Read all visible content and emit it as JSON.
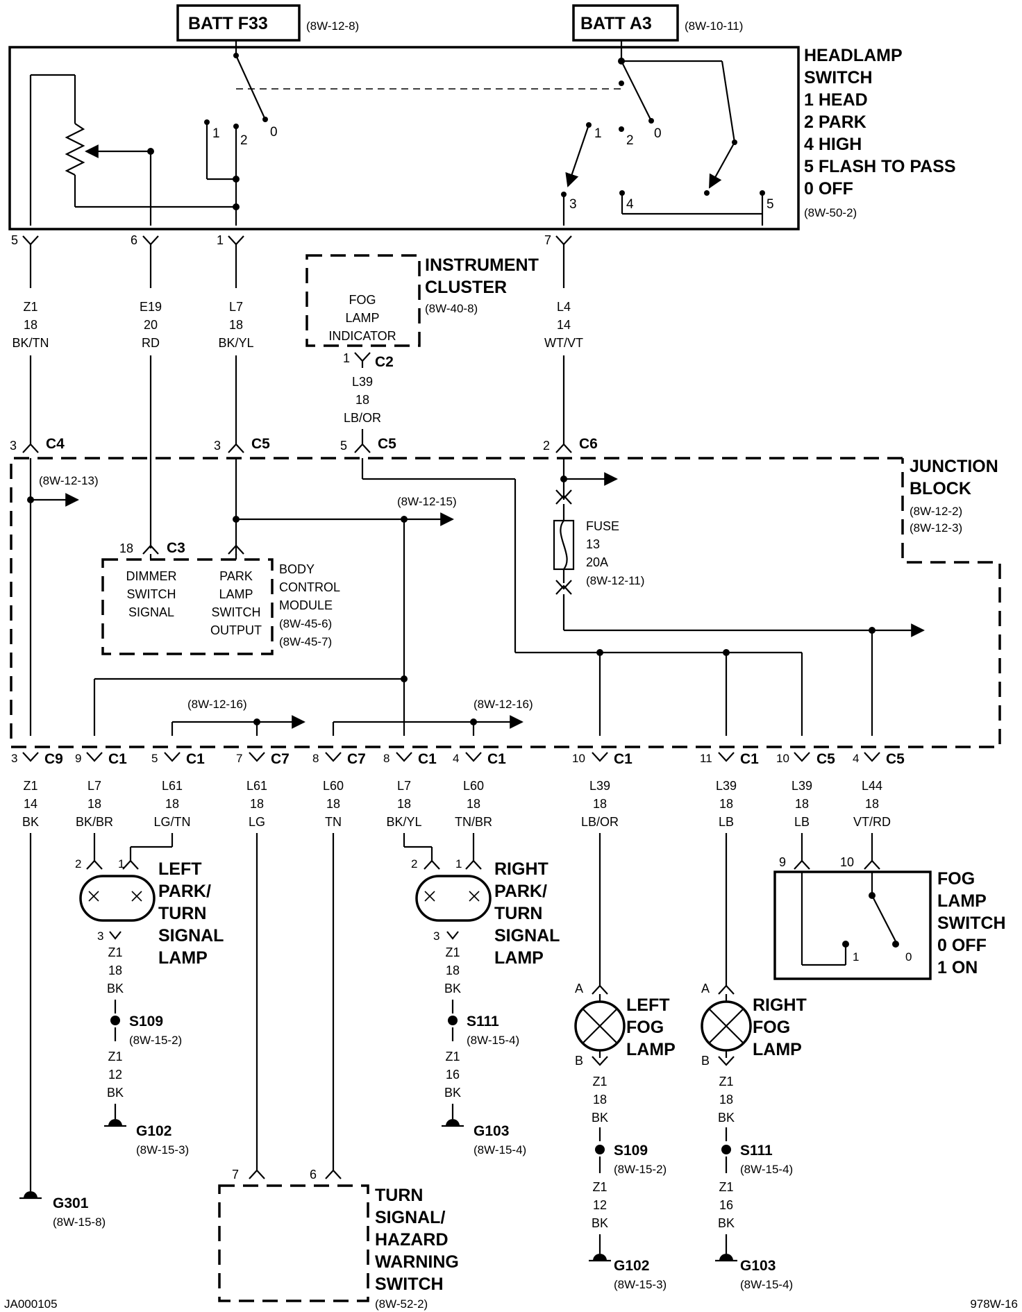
{
  "sources": [
    {
      "label": "BATT F33",
      "ref": "(8W-12-8)"
    },
    {
      "label": "BATT A3",
      "ref": "(8W-10-11)"
    }
  ],
  "headlamp_switch": {
    "title": [
      "HEADLAMP",
      "SWITCH",
      "1 HEAD",
      "2 PARK",
      "4 HIGH",
      "5 FLASH TO PASS",
      "0 OFF"
    ],
    "ref": "(8W-50-2)",
    "contacts_left": [
      "1",
      "2",
      "0"
    ],
    "contacts_right": [
      "1",
      "2",
      "0",
      "3",
      "4",
      "5"
    ]
  },
  "top_circuits": [
    {
      "pin": "5",
      "circuit": "Z1",
      "gauge": "18",
      "color": "BK/TN"
    },
    {
      "pin": "6",
      "circuit": "E19",
      "gauge": "20",
      "color": "RD"
    },
    {
      "pin": "1",
      "circuit": "L7",
      "gauge": "18",
      "color": "BK/YL"
    },
    {
      "pin": "7",
      "circuit": "L4",
      "gauge": "14",
      "color": "WT/VT"
    }
  ],
  "instrument_cluster": {
    "title": [
      "INSTRUMENT",
      "CLUSTER"
    ],
    "ref": "(8W-40-8)",
    "inner": [
      "FOG",
      "LAMP",
      "INDICATOR"
    ],
    "pin": "1",
    "connector": "C2",
    "circuit": "L39",
    "gauge": "18",
    "color": "LB/OR"
  },
  "jb_connectors_top": [
    {
      "pin": "3",
      "name": "C4"
    },
    {
      "pin": "3",
      "name": "C5"
    },
    {
      "pin": "5",
      "name": "C5"
    },
    {
      "pin": "2",
      "name": "C6"
    }
  ],
  "junction_block": {
    "title": [
      "JUNCTION",
      "BLOCK"
    ],
    "refs": [
      "(8W-12-2)",
      "(8W-12-3)"
    ],
    "ref_c4": "(8W-12-13)",
    "ref_mid": "(8W-12-15)",
    "ref_left": "(8W-12-16)",
    "ref_right": "(8W-12-16)",
    "fuse": [
      "FUSE",
      "13",
      "20A",
      "(8W-12-11)"
    ]
  },
  "bcm": {
    "pin": "18",
    "connector": "C3",
    "left": [
      "DIMMER",
      "SWITCH",
      "SIGNAL"
    ],
    "right": [
      "PARK",
      "LAMP",
      "SWITCH",
      "OUTPUT"
    ],
    "title": [
      "BODY",
      "CONTROL",
      "MODULE",
      "(8W-45-6)",
      "(8W-45-7)"
    ]
  },
  "bottom_connectors": [
    {
      "pin": "3",
      "name": "C9",
      "circuit": "Z1",
      "gauge": "14",
      "color": "BK"
    },
    {
      "pin": "9",
      "name": "C1",
      "circuit": "L7",
      "gauge": "18",
      "color": "BK/BR"
    },
    {
      "pin": "5",
      "name": "C1",
      "circuit": "L61",
      "gauge": "18",
      "color": "LG/TN"
    },
    {
      "pin": "7",
      "name": "C7",
      "circuit": "L61",
      "gauge": "18",
      "color": "LG"
    },
    {
      "pin": "8",
      "name": "C7",
      "circuit": "L60",
      "gauge": "18",
      "color": "TN"
    },
    {
      "pin": "8",
      "name": "C1",
      "circuit": "L7",
      "gauge": "18",
      "color": "BK/YL"
    },
    {
      "pin": "4",
      "name": "C1",
      "circuit": "L60",
      "gauge": "18",
      "color": "TN/BR"
    },
    {
      "pin": "10",
      "name": "C1",
      "circuit": "L39",
      "gauge": "18",
      "color": "LB/OR"
    },
    {
      "pin": "11",
      "name": "C1",
      "circuit": "L39",
      "gauge": "18",
      "color": "LB"
    },
    {
      "pin": "10",
      "name": "C5",
      "circuit": "L39",
      "gauge": "18",
      "color": "LB"
    },
    {
      "pin": "4",
      "name": "C5",
      "circuit": "L44",
      "gauge": "18",
      "color": "VT/RD"
    }
  ],
  "left_park_lamp": {
    "title": [
      "LEFT",
      "PARK/",
      "TURN",
      "SIGNAL",
      "LAMP"
    ],
    "pins": [
      "2",
      "1",
      "3"
    ],
    "ground_wire": [
      "Z1",
      "18",
      "BK"
    ],
    "splice": "S109",
    "splice_ref": "(8W-15-2)",
    "ground_wire2": [
      "Z1",
      "12",
      "BK"
    ],
    "ground": "G102",
    "ground_ref": "(8W-15-3)"
  },
  "right_park_lamp": {
    "title": [
      "RIGHT",
      "PARK/",
      "TURN",
      "SIGNAL",
      "LAMP"
    ],
    "pins": [
      "2",
      "1",
      "3"
    ],
    "ground_wire": [
      "Z1",
      "18",
      "BK"
    ],
    "splice": "S111",
    "splice_ref": "(8W-15-4)",
    "ground_wire2": [
      "Z1",
      "16",
      "BK"
    ],
    "ground": "G103",
    "ground_ref": "(8W-15-4)"
  },
  "g301": {
    "name": "G301",
    "ref": "(8W-15-8)"
  },
  "turn_switch": {
    "pins": [
      "7",
      "6"
    ],
    "title": [
      "TURN",
      "SIGNAL/",
      "HAZARD",
      "WARNING",
      "SWITCH"
    ],
    "ref": "(8W-52-2)"
  },
  "left_fog_lamp": {
    "title": [
      "LEFT",
      "FOG",
      "LAMP"
    ],
    "pins": [
      "A",
      "B"
    ],
    "wire1": [
      "Z1",
      "18",
      "BK"
    ],
    "splice": "S109",
    "splice_ref": "(8W-15-2)",
    "wire2": [
      "Z1",
      "12",
      "BK"
    ],
    "ground": "G102",
    "ground_ref": "(8W-15-3)"
  },
  "right_fog_lamp": {
    "title": [
      "RIGHT",
      "FOG",
      "LAMP"
    ],
    "pins": [
      "A",
      "B"
    ],
    "wire1": [
      "Z1",
      "18",
      "BK"
    ],
    "splice": "S111",
    "splice_ref": "(8W-15-4)",
    "wire2": [
      "Z1",
      "16",
      "BK"
    ],
    "ground": "G103",
    "ground_ref": "(8W-15-4)"
  },
  "fog_lamp_switch": {
    "pins": [
      "9",
      "10"
    ],
    "contacts": [
      "1",
      "0"
    ],
    "title": [
      "FOG",
      "LAMP",
      "SWITCH",
      "0 OFF",
      "1 ON"
    ]
  },
  "footer": {
    "left": "JA000105",
    "right": "978W-16"
  }
}
